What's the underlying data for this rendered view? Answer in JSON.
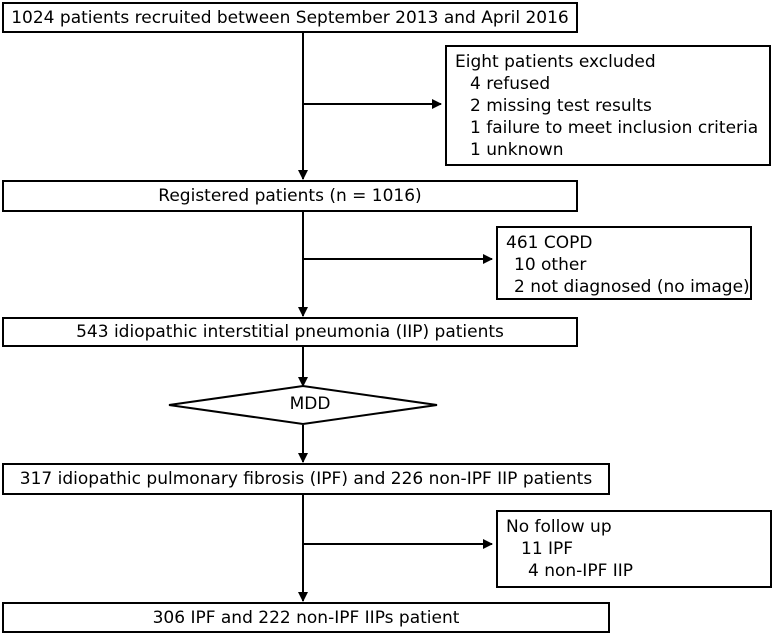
{
  "flow": {
    "recruited": "1024 patients recruited between September 2013 and April 2016",
    "excluded": {
      "title": "Eight patients excluded",
      "items": [
        "4 refused",
        "2 missing test results",
        "1 failure to meet inclusion criteria",
        "1 unknown"
      ]
    },
    "registered": "Registered patients (n = 1016)",
    "other_dx": {
      "title": "461 COPD",
      "items": [
        "10 other",
        "2 not diagnosed (no image)"
      ]
    },
    "iip": "543  idiopathic interstitial pneumonia (IIP) patients",
    "mdd": "MDD",
    "ipf_split": "317 idiopathic pulmonary fibrosis (IPF) and 226 non-IPF IIP patients",
    "no_follow": {
      "title": "No follow up",
      "items": [
        "11 IPF",
        "4 non-IPF IIP"
      ]
    },
    "final": "306 IPF and 222 non-IPF IIPs patient"
  }
}
